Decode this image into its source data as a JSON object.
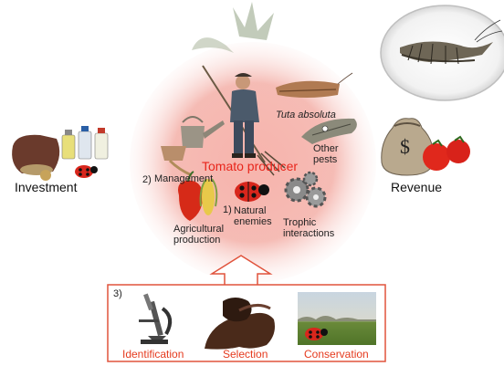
{
  "center": {
    "title": "Tomato producer"
  },
  "labels": {
    "tuta": "Tuta absoluta",
    "other_pests": "Other\npests",
    "management": "Management",
    "management_num": "2)",
    "natural_enemies_num": "1)",
    "natural_enemies": "Natural\nenemies",
    "trophic": "Trophic\ninteractions",
    "agri": "Agricultural\nproduction",
    "investment": "Investment",
    "revenue": "Revenue",
    "money_symbol": "$"
  },
  "bottom_panel": {
    "number": "3)",
    "steps": [
      "Identification",
      "Selection",
      "Conservation"
    ]
  },
  "colors": {
    "tomato_red": "#e8251b",
    "panel_border": "#e0533c",
    "label_red": "#e53a1e"
  },
  "icons": [
    "tomato-icon",
    "moth-icon",
    "farmer-icon",
    "watering-can-icon",
    "ladybug-icon",
    "gears-icon",
    "pepper-icon",
    "corn-icon",
    "wallet-icon",
    "pesticide-bottles-icon",
    "money-bag-icon",
    "tomatoes-icon",
    "microscope-icon",
    "handshake-icon",
    "field-icon",
    "arrow-up-icon"
  ]
}
